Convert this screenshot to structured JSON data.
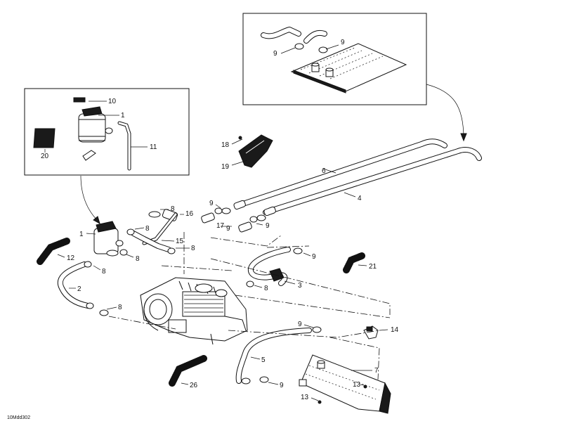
{
  "diagram": {
    "reference_code": "10Mdd302",
    "callouts": [
      {
        "id": "c10",
        "label": "10"
      },
      {
        "id": "c1a",
        "label": "1"
      },
      {
        "id": "c11",
        "label": "11"
      },
      {
        "id": "c20",
        "label": "20"
      },
      {
        "id": "c9a",
        "label": "9"
      },
      {
        "id": "c9b",
        "label": "9"
      },
      {
        "id": "c18",
        "label": "18"
      },
      {
        "id": "c19",
        "label": "19"
      },
      {
        "id": "c6",
        "label": "6"
      },
      {
        "id": "c4",
        "label": "4"
      },
      {
        "id": "c8a",
        "label": "8"
      },
      {
        "id": "c16",
        "label": "16"
      },
      {
        "id": "c8b",
        "label": "8"
      },
      {
        "id": "c1b",
        "label": "1"
      },
      {
        "id": "c15",
        "label": "15"
      },
      {
        "id": "c8c",
        "label": "8"
      },
      {
        "id": "c12",
        "label": "12"
      },
      {
        "id": "c8d",
        "label": "8"
      },
      {
        "id": "c8e",
        "label": "8"
      },
      {
        "id": "c2",
        "label": "2"
      },
      {
        "id": "c8f",
        "label": "8"
      },
      {
        "id": "c9c",
        "label": "9"
      },
      {
        "id": "c17",
        "label": "17"
      },
      {
        "id": "c9d",
        "label": "9"
      },
      {
        "id": "c9e",
        "label": "9"
      },
      {
        "id": "c21",
        "label": "21"
      },
      {
        "id": "c3",
        "label": "3"
      },
      {
        "id": "c8g",
        "label": "8"
      },
      {
        "id": "c9f",
        "label": "9"
      },
      {
        "id": "c14",
        "label": "14"
      },
      {
        "id": "c5",
        "label": "5"
      },
      {
        "id": "c7",
        "label": "7"
      },
      {
        "id": "c13a",
        "label": "13"
      },
      {
        "id": "c9g",
        "label": "9"
      },
      {
        "id": "c13b",
        "label": "13"
      },
      {
        "id": "c26",
        "label": "26"
      }
    ]
  }
}
